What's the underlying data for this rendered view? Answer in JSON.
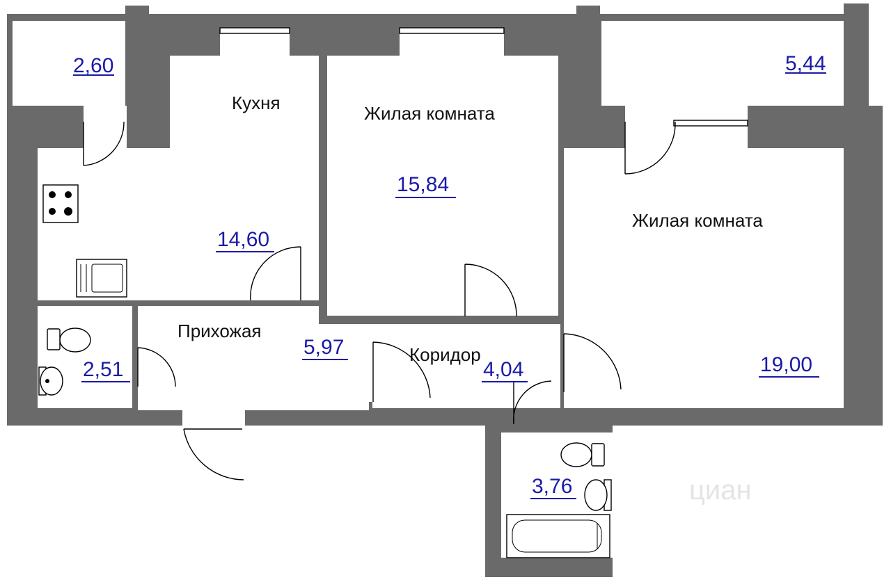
{
  "rooms": {
    "kitchen": {
      "label": "Кухня",
      "area": "14,60"
    },
    "living_room_1": {
      "label": "Жилая комната",
      "area": "15,84"
    },
    "living_room_2": {
      "label": "Жилая комната",
      "area": "19,00"
    },
    "hallway": {
      "label": "Прихожая",
      "area": "5,97"
    },
    "corridor": {
      "label": "Коридор",
      "area": "4,04"
    },
    "toilet": {
      "area": "2,51"
    },
    "bathroom": {
      "area": "3,76"
    },
    "balcony_left": {
      "area": "2,60"
    },
    "balcony_right": {
      "area": "5,44"
    }
  },
  "watermark": "циан",
  "colors": {
    "wall": "#6a6a6a",
    "area_text": "#1a1aa8",
    "label_text": "#111111"
  }
}
